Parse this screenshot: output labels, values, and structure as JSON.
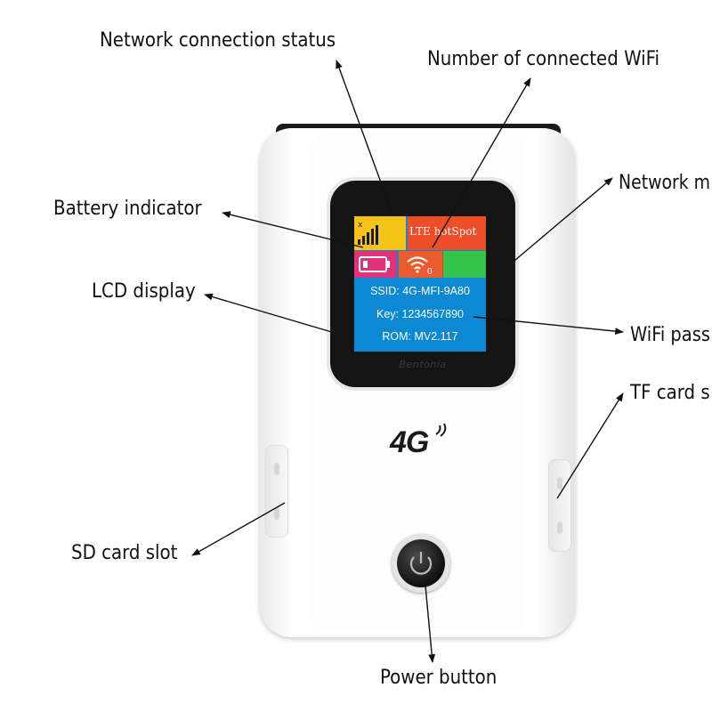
{
  "labels": {
    "network_connection_status": "Network connection status",
    "number_of_connected_wifi": "Number of connected WiFi",
    "network_mode": "Network m",
    "battery_indicator": "Battery indicator",
    "lcd_display": "LCD display",
    "wifi_password": "WiFi pass",
    "tf_card_slot": "TF card s",
    "sd_card_slot": "SD card slot",
    "power_button": "Power button"
  },
  "screen": {
    "network_banner": "LTE hotSpot",
    "connected_count": "0",
    "ssid_line": "SSID: 4G-MFI-9A80",
    "key_line": "Key: 1234567890",
    "rom_line": "ROM: MV2.117"
  },
  "device": {
    "logo": "4G",
    "brand": "Bentonia"
  },
  "colors": {
    "screen_background": "#0b8ad3",
    "signal_tile": "#f6c418",
    "lte_tile": "#ee4e27",
    "battery_tile": "#e0327b",
    "wifi_tile": "#ea5b2d",
    "green_tile": "#35c44b",
    "device_body": "#ffffff"
  },
  "icons": [
    "signal-bars-icon",
    "battery-icon",
    "wifi-icon",
    "power-icon",
    "network-waves-icon"
  ]
}
